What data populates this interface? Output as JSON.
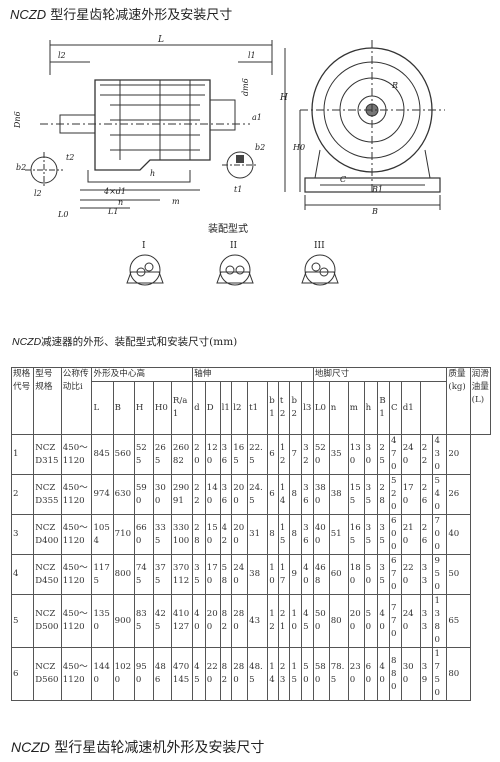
{
  "header": {
    "code": "NCZD",
    "title": "型行星齿轮减速外形及安装尺寸"
  },
  "drawing": {
    "labels": {
      "L": "L",
      "l2": "l2",
      "l1": "l1",
      "Dn6": "Dn6",
      "dm6": "dm6",
      "a1": "a1",
      "h": "h",
      "b2a": "b2",
      "t2": "t2",
      "l2b": "l2",
      "holes": "4×d1",
      "n": "n",
      "L1": "L1",
      "L0": "L0",
      "m": "m",
      "b2b": "b2",
      "t1": "t1",
      "H": "H",
      "H0": "H0",
      "R": "R",
      "C": "C",
      "B1": "B1",
      "B": "B"
    },
    "assembly_title": "装配型式",
    "assembly_types": [
      "I",
      "II",
      "III"
    ]
  },
  "table": {
    "caption_code": "NCZD",
    "caption": "减速器的外形、装配型式和安装尺寸(mm)",
    "headers": {
      "spec_no": "规格代号",
      "model": "型号规格",
      "ratio": "公称传动比i",
      "outline": "外形及中心高",
      "shaft": "轴伸",
      "foot": "地脚尺寸",
      "mass": "质量(kg)",
      "oil": "润滑油量(L)"
    },
    "sub_headers": [
      "L",
      "B",
      "H",
      "H0",
      "R/a1",
      "d",
      "D",
      "l1",
      "l2",
      "t1",
      "b1",
      "t2",
      "b2",
      "l3",
      "L0",
      "n",
      "m",
      "h",
      "B1",
      "C",
      "d1"
    ],
    "rows": [
      {
        "no": "1",
        "model": "NCZD315",
        "ratio": "450～1120",
        "vals": [
          "845",
          "560",
          "525",
          "265",
          "260 82",
          "20",
          "120",
          "36",
          "165",
          "22.5",
          "6",
          "12",
          "7",
          "32",
          "520",
          "35",
          "130",
          "30",
          "25",
          "470",
          "240",
          "22"
        ],
        "mass": "430",
        "oil": "20"
      },
      {
        "no": "2",
        "model": "NCZD355",
        "ratio": "450～1120",
        "vals": [
          "974",
          "630",
          "590",
          "300",
          "290 91",
          "22",
          "140",
          "36",
          "200",
          "24.5",
          "6",
          "14",
          "8",
          "36",
          "380",
          "38",
          "155",
          "35",
          "28",
          "520",
          "170",
          "26"
        ],
        "mass": "540",
        "oil": "26"
      },
      {
        "no": "3",
        "model": "NCZD400",
        "ratio": "450～1120",
        "vals": [
          "1054",
          "710",
          "660",
          "335",
          "330 100",
          "28",
          "150",
          "42",
          "200",
          "31",
          "8",
          "15",
          "8",
          "36",
          "400",
          "51",
          "165",
          "35",
          "35",
          "600",
          "210",
          "26"
        ],
        "mass": "700",
        "oil": "40"
      },
      {
        "no": "4",
        "model": "NCZD450",
        "ratio": "450～1120",
        "vals": [
          "1175",
          "800",
          "745",
          "375",
          "370 112",
          "35",
          "170",
          "58",
          "240",
          "38",
          "10",
          "17",
          "9",
          "40",
          "468",
          "60",
          "180",
          "50",
          "35",
          "670",
          "220",
          "33"
        ],
        "mass": "950",
        "oil": "50"
      },
      {
        "no": "5",
        "model": "NCZD500",
        "ratio": "450～1120",
        "vals": [
          "1350",
          "900",
          "835",
          "425",
          "410 127",
          "40",
          "200",
          "82",
          "280",
          "43",
          "12",
          "21",
          "10",
          "45",
          "500",
          "80",
          "200",
          "50",
          "40",
          "770",
          "240",
          "33"
        ],
        "mass": "1380",
        "oil": "65"
      },
      {
        "no": "6",
        "model": "NCZD560",
        "ratio": "450～1120",
        "vals": [
          "1440",
          "1020",
          "950",
          "486",
          "470 145",
          "45",
          "220",
          "82",
          "280",
          "48.5",
          "14",
          "23",
          "15",
          "50",
          "580",
          "78.5",
          "230",
          "60",
          "40",
          "880",
          "300",
          "39"
        ],
        "mass": "1750",
        "oil": "80"
      }
    ]
  },
  "footer": {
    "code": "NCZD",
    "title": "型行星齿轮减速机外形及安装尺寸"
  }
}
